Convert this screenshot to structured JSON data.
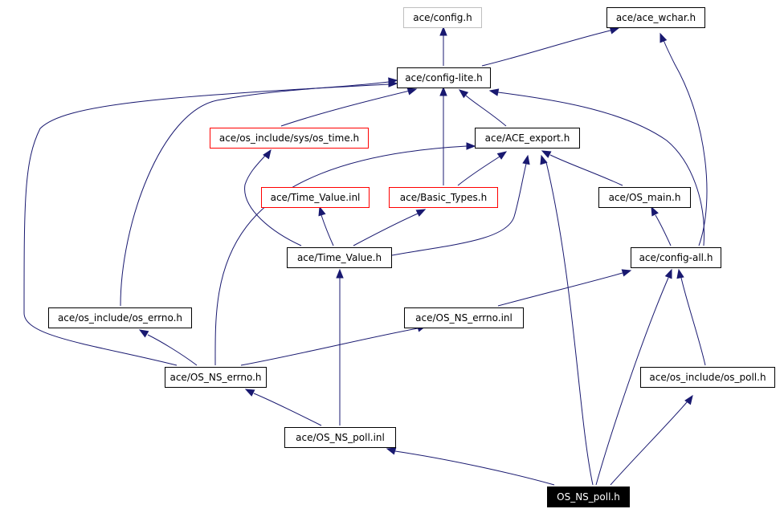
{
  "colors": {
    "edge": "#191970",
    "border_normal": "#000000",
    "border_truncated": "#ff0000",
    "border_external": "#bfbfbf",
    "fill_normal": "#ffffff",
    "fill_focus": "#000000",
    "text_normal": "#000000",
    "text_focus": "#ffffff"
  },
  "nodes": [
    {
      "id": "config_h",
      "label": "ace/config.h",
      "style": "external"
    },
    {
      "id": "ace_wchar_h",
      "label": "ace/ace_wchar.h",
      "style": "normal"
    },
    {
      "id": "config_lite_h",
      "label": "ace/config-lite.h",
      "style": "normal"
    },
    {
      "id": "os_time_h",
      "label": "ace/os_include/sys/os_time.h",
      "style": "truncated"
    },
    {
      "id": "ace_export_h",
      "label": "ace/ACE_export.h",
      "style": "normal"
    },
    {
      "id": "time_value_inl",
      "label": "ace/Time_Value.inl",
      "style": "truncated"
    },
    {
      "id": "basic_types_h",
      "label": "ace/Basic_Types.h",
      "style": "truncated"
    },
    {
      "id": "os_main_h",
      "label": "ace/OS_main.h",
      "style": "normal"
    },
    {
      "id": "time_value_h",
      "label": "ace/Time_Value.h",
      "style": "normal"
    },
    {
      "id": "config_all_h",
      "label": "ace/config-all.h",
      "style": "normal"
    },
    {
      "id": "os_errno_h",
      "label": "ace/os_include/os_errno.h",
      "style": "normal"
    },
    {
      "id": "os_ns_errno_inl",
      "label": "ace/OS_NS_errno.inl",
      "style": "normal"
    },
    {
      "id": "os_ns_errno_h",
      "label": "ace/OS_NS_errno.h",
      "style": "normal"
    },
    {
      "id": "os_poll_h",
      "label": "ace/os_include/os_poll.h",
      "style": "normal"
    },
    {
      "id": "os_ns_poll_inl",
      "label": "ace/OS_NS_poll.inl",
      "style": "normal"
    },
    {
      "id": "os_ns_poll_h",
      "label": "OS_NS_poll.h",
      "style": "focus"
    }
  ],
  "edges": [
    {
      "from": "os_ns_poll_h",
      "to": "os_ns_poll_inl"
    },
    {
      "from": "os_ns_poll_h",
      "to": "config_all_h"
    },
    {
      "from": "os_ns_poll_h",
      "to": "os_poll_h"
    },
    {
      "from": "os_ns_poll_h",
      "to": "ace_export_h"
    },
    {
      "from": "os_ns_poll_inl",
      "to": "os_ns_errno_h"
    },
    {
      "from": "os_ns_poll_inl",
      "to": "time_value_h"
    },
    {
      "from": "os_ns_errno_h",
      "to": "os_errno_h"
    },
    {
      "from": "os_ns_errno_h",
      "to": "os_ns_errno_inl"
    },
    {
      "from": "os_ns_errno_h",
      "to": "config_lite_h"
    },
    {
      "from": "os_ns_errno_h",
      "to": "ace_export_h"
    },
    {
      "from": "os_errno_h",
      "to": "config_lite_h"
    },
    {
      "from": "os_ns_errno_inl",
      "to": "config_all_h"
    },
    {
      "from": "os_poll_h",
      "to": "config_all_h"
    },
    {
      "from": "time_value_h",
      "to": "time_value_inl"
    },
    {
      "from": "time_value_h",
      "to": "basic_types_h"
    },
    {
      "from": "time_value_h",
      "to": "os_time_h"
    },
    {
      "from": "time_value_h",
      "to": "ace_export_h"
    },
    {
      "from": "config_all_h",
      "to": "os_main_h"
    },
    {
      "from": "config_all_h",
      "to": "config_lite_h"
    },
    {
      "from": "config_all_h",
      "to": "ace_wchar_h"
    },
    {
      "from": "os_main_h",
      "to": "ace_export_h"
    },
    {
      "from": "basic_types_h",
      "to": "ace_export_h"
    },
    {
      "from": "basic_types_h",
      "to": "config_lite_h"
    },
    {
      "from": "ace_export_h",
      "to": "config_lite_h"
    },
    {
      "from": "os_time_h",
      "to": "config_lite_h"
    },
    {
      "from": "config_lite_h",
      "to": "config_h"
    },
    {
      "from": "config_lite_h",
      "to": "ace_wchar_h"
    }
  ]
}
